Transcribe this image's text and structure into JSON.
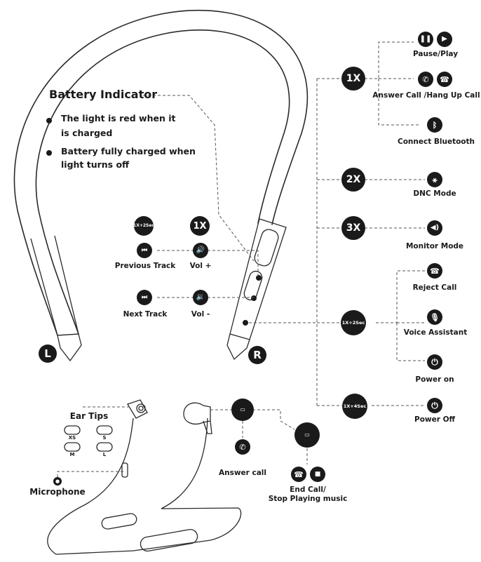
{
  "battery": {
    "title": "Battery Indicator",
    "bullet1_line1": "The light is red  when it",
    "bullet1_line2": "is charged",
    "bullet2_line1": "Battery fully charged when",
    "bullet2_line2": "light turns off"
  },
  "side_markers": {
    "left": "L",
    "right": "R"
  },
  "left_controls": {
    "press_1x25": "1X+2Sec",
    "press_1x": "1X",
    "previous_track": "Previous Track",
    "vol_up": "Vol +",
    "next_track": "Next Track",
    "vol_down": "Vol -"
  },
  "right_controls": {
    "press_1x": "1X",
    "press_2x": "2X",
    "press_3x": "3X",
    "press_1x2sec": "1X+2Sec",
    "press_1x4sec": "1X+4Sec",
    "pause_play": "Pause/Play",
    "answer_hangup": "Answer Call /Hang Up Call",
    "connect_bluetooth": "Connect Bluetooth",
    "dnc_mode": "DNC Mode",
    "monitor_mode": "Monitor Mode",
    "reject_call": "Reject Call",
    "voice_assistant": "Voice Assistant",
    "power_on": "Power on",
    "power_off": "Power Off"
  },
  "bottom": {
    "ear_tips": "Ear Tips",
    "size_xs": "XS",
    "size_s": "S",
    "size_m": "M",
    "size_l": "L",
    "microphone": "Microphone",
    "answer_call": "Answer call",
    "end_call_line1": "End Call/",
    "end_call_line2": "Stop Playing music"
  }
}
